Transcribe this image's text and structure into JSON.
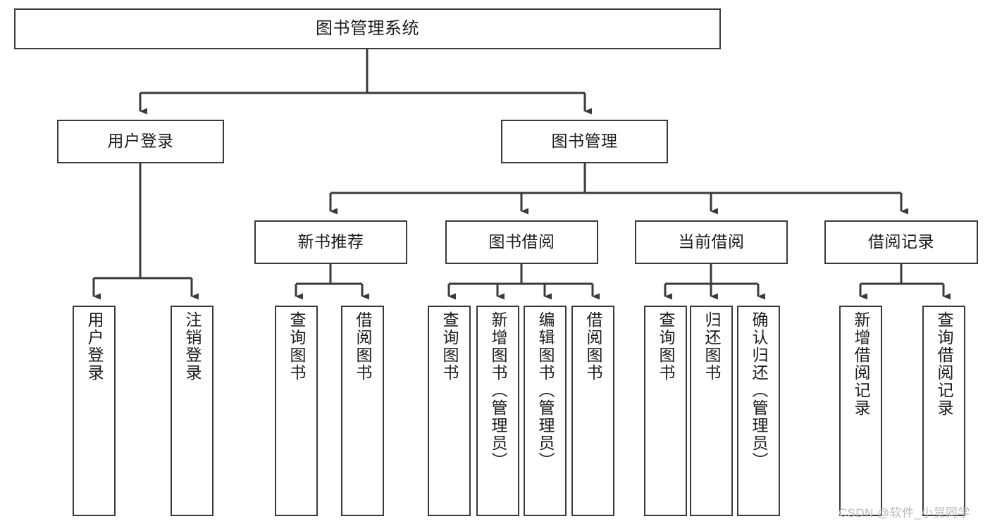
{
  "diagram": {
    "title": "图书管理系统",
    "type": "tree-hierarchy",
    "root": {
      "label": "图书管理系统"
    },
    "level1": [
      {
        "label": "用户登录"
      },
      {
        "label": "图书管理"
      }
    ],
    "level2": [
      {
        "label": "新书推荐",
        "parent": "图书管理"
      },
      {
        "label": "图书借阅",
        "parent": "图书管理"
      },
      {
        "label": "当前借阅",
        "parent": "图书管理"
      },
      {
        "label": "借阅记录",
        "parent": "图书管理"
      }
    ],
    "leaves": {
      "user_login": [
        {
          "label": "用户登录"
        },
        {
          "label": "注销登录"
        }
      ],
      "new_book_recommend": [
        {
          "label": "查询图书"
        },
        {
          "label": "借阅图书"
        }
      ],
      "book_borrow": [
        {
          "label": "查询图书"
        },
        {
          "label": "新增图书（管理员）"
        },
        {
          "label": "编辑图书（管理员）"
        },
        {
          "label": "借阅图书"
        }
      ],
      "current_borrow": [
        {
          "label": "查询图书"
        },
        {
          "label": "归还图书"
        },
        {
          "label": "确认归还（管理员）"
        }
      ],
      "borrow_record": [
        {
          "label": "新增借阅记录"
        },
        {
          "label": "查询借阅记录"
        }
      ]
    }
  },
  "watermark": {
    "text": "CSDN @软件_小贺同学"
  },
  "colors": {
    "stroke": "#3a3a3a",
    "text": "#1b1b1b",
    "background": "#ffffff",
    "watermark": "#b9b9b9"
  }
}
